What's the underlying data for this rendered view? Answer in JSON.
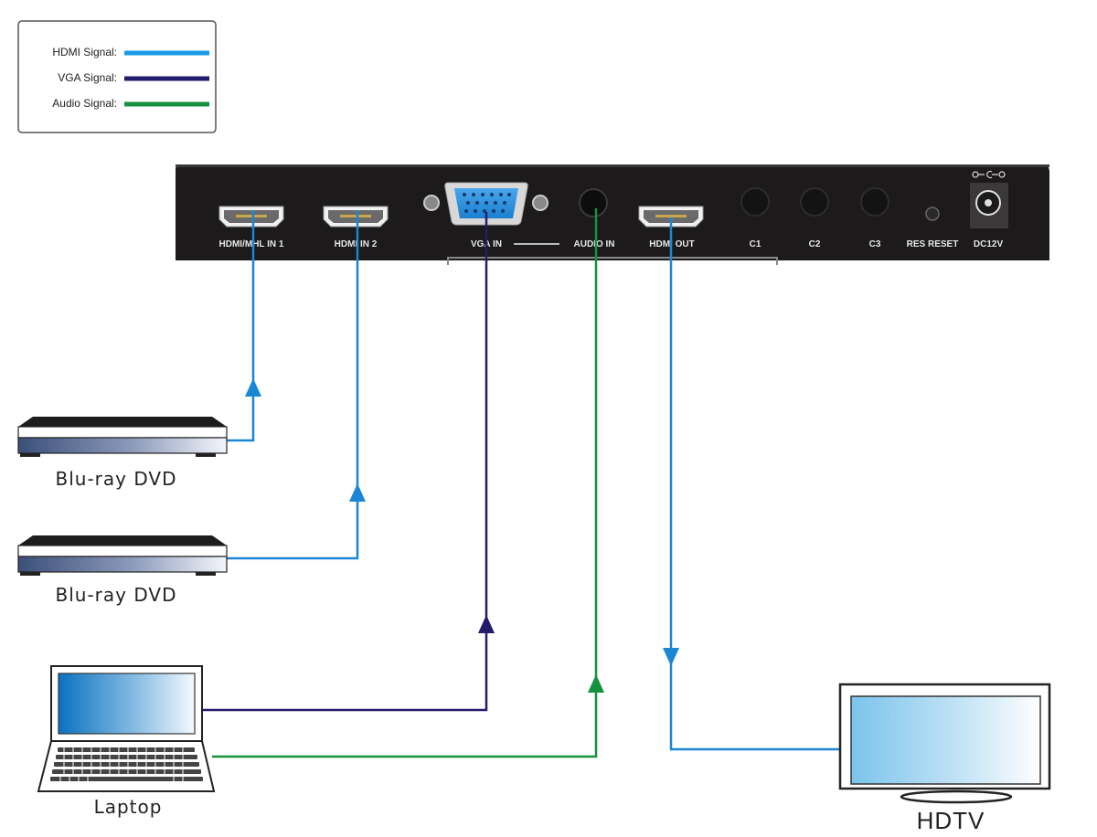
{
  "legend": {
    "items": [
      {
        "label": "HDMI Signal:",
        "color": "#1a9be8"
      },
      {
        "label": "VGA Signal:",
        "color": "#241b6b"
      },
      {
        "label": "Audio Signal:",
        "color": "#16913f"
      }
    ]
  },
  "device_panel": {
    "ports": [
      {
        "id": "hdmi-in-1",
        "label": "HDMI/MHL IN 1",
        "type": "hdmi"
      },
      {
        "id": "hdmi-in-2",
        "label": "HDMI IN 2",
        "type": "hdmi"
      },
      {
        "id": "vga-in",
        "label": "VGA IN",
        "type": "vga"
      },
      {
        "id": "audio-in",
        "label": "AUDIO IN",
        "type": "audio"
      },
      {
        "id": "hdmi-out",
        "label": "HDMI OUT",
        "type": "hdmi"
      },
      {
        "id": "c1",
        "label": "C1",
        "type": "control"
      },
      {
        "id": "c2",
        "label": "C2",
        "type": "control"
      },
      {
        "id": "c3",
        "label": "C3",
        "type": "control"
      },
      {
        "id": "res-reset",
        "label": "RES RESET",
        "type": "button"
      },
      {
        "id": "dc12v",
        "label": "DC12V",
        "type": "power"
      }
    ]
  },
  "devices": {
    "bluray1": {
      "label": "Blu-ray DVD"
    },
    "bluray2": {
      "label": "Blu-ray DVD"
    },
    "laptop": {
      "label": "Laptop"
    },
    "hdtv": {
      "label": "HDTV"
    }
  },
  "connections": [
    {
      "from": "Blu-ray DVD (1)",
      "to": "HDMI/MHL IN 1",
      "signal": "HDMI"
    },
    {
      "from": "Blu-ray DVD (2)",
      "to": "HDMI IN 2",
      "signal": "HDMI"
    },
    {
      "from": "Laptop",
      "to": "VGA IN",
      "signal": "VGA"
    },
    {
      "from": "Laptop",
      "to": "AUDIO IN",
      "signal": "Audio"
    },
    {
      "from": "HDMI OUT",
      "to": "HDTV",
      "signal": "HDMI"
    }
  ],
  "colors": {
    "hdmi": "#1a86d6",
    "vga": "#241b6b",
    "audio": "#16913f",
    "panel": "#1c1a1a"
  }
}
